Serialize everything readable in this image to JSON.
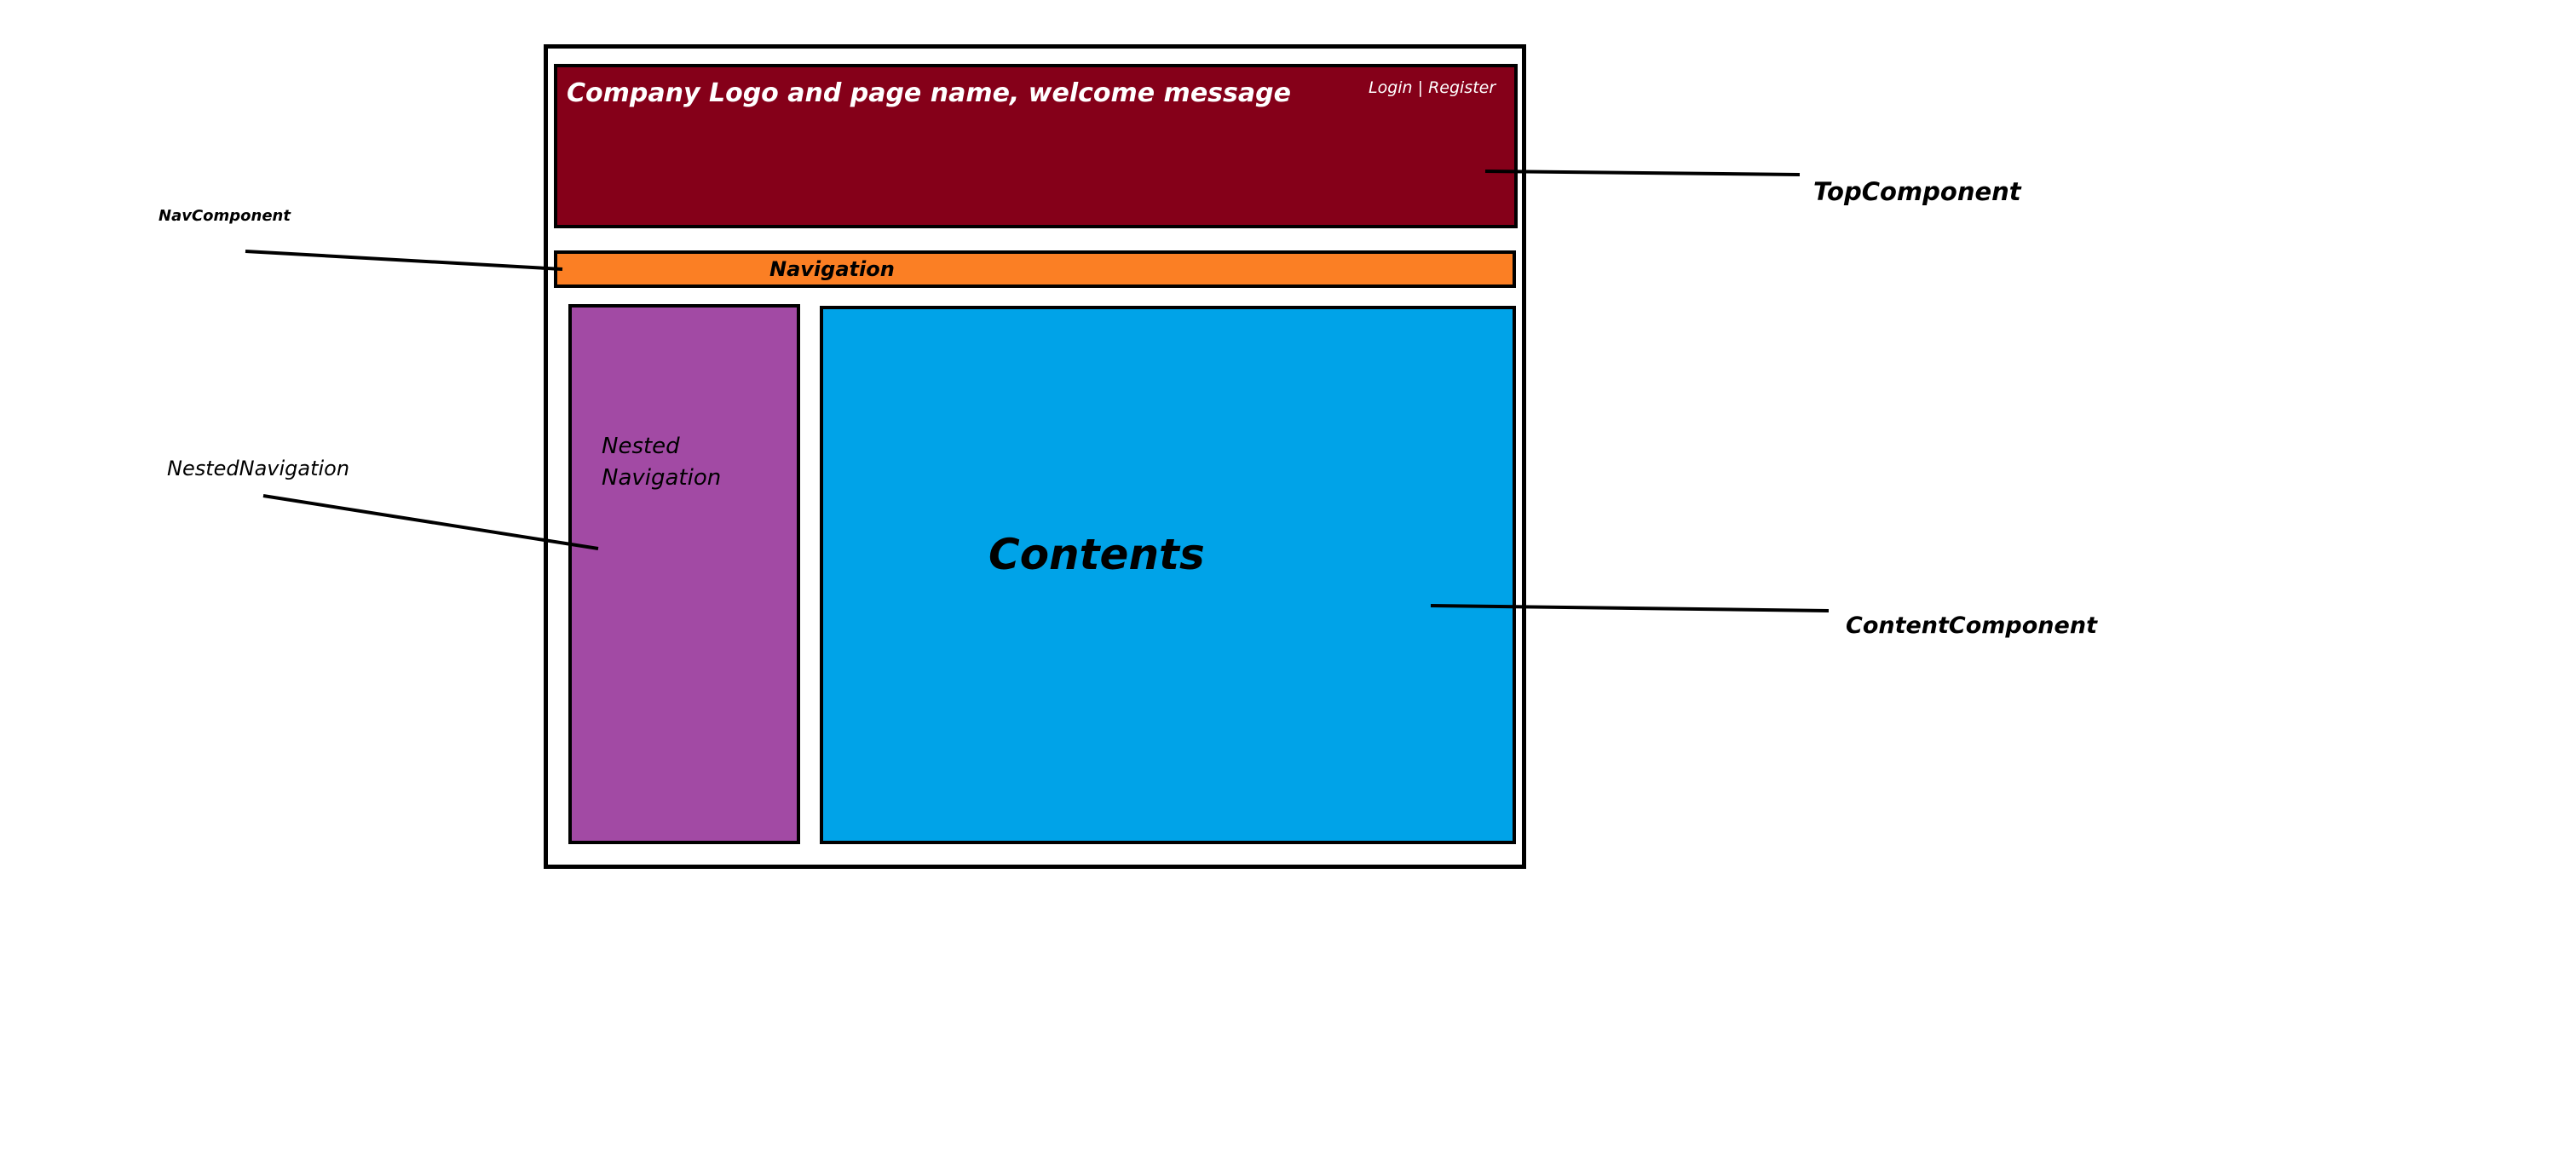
{
  "colors": {
    "top_bg": "#850019",
    "nav_bg": "#FB7F24",
    "nested_bg": "#A24AA4",
    "content_bg": "#00A3E8"
  },
  "top": {
    "title": "Company Logo and page name, welcome message",
    "login_register": "Login | Register"
  },
  "nav": {
    "label": "Navigation"
  },
  "nested": {
    "label": "Nested Navigation"
  },
  "content": {
    "label": "Contents"
  },
  "callouts": {
    "nav_component": "NavComponent",
    "top_component": "TopComponent",
    "nested_navigation": "NestedNavigation",
    "content_component": "ContentComponent"
  }
}
